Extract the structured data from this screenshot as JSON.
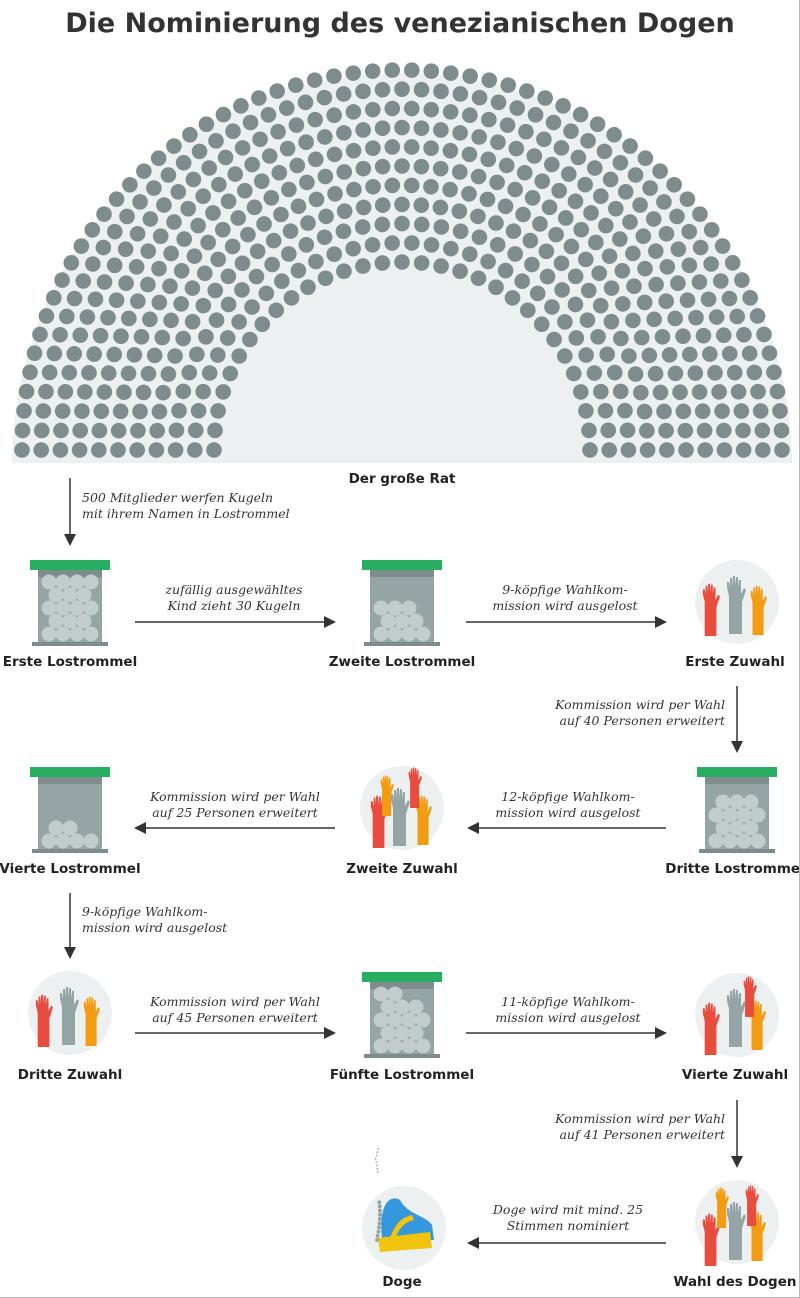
{
  "title": "Die Nominierung des venezianischen Dogen",
  "council": {
    "label": "Der große Rat",
    "members": 500
  },
  "nodes": {
    "n1": "Erste Lostrommel",
    "n2": "Zweite Lostrommel",
    "n3": "Erste Zuwahl",
    "n4": "Dritte Lostrommel",
    "n5": "Zweite Zuwahl",
    "n6": "Vierte Lostrommel",
    "n7": "Dritte Zuwahl",
    "n8": "Fünfte Lostrommel",
    "n9": "Vierte Zuwahl",
    "n10": "Wahl des Dogen",
    "n11": "Doge"
  },
  "steps": {
    "s0a": "500 Mitglieder werfen Kugeln",
    "s0b": "mit ihrem Namen in Lostrommel",
    "s1a": "zufällig ausgewähltes",
    "s1b": "Kind zieht 30 Kugeln",
    "s2a": "9-köpfige Wahlkom-",
    "s2b": "mission wird ausgelost",
    "s3a": "Kommission wird per Wahl",
    "s3b": "auf 40 Personen erweitert",
    "s4a": "12-köpfige Wahlkom-",
    "s4b": "mission wird ausgelost",
    "s5a": "Kommission wird per Wahl",
    "s5b": "auf 25 Personen erweitert",
    "s6a": "9-köpfige Wahlkom-",
    "s6b": "mission wird ausgelost",
    "s7a": "Kommission wird per Wahl",
    "s7b": "auf 45 Personen erweitert",
    "s8a": "11-köpfige Wahlkom-",
    "s8b": "mission wird ausgelost",
    "s9a": "Kommission wird per Wahl",
    "s9b": "auf 41 Personen erweitert",
    "s10a": "Doge wird mit mind. 25",
    "s10b": "Stimmen nominiert"
  },
  "colors": {
    "dot": "#7f8c8d",
    "bg": "#ecf0f1",
    "lid": "#27ae60",
    "drum": "#95a5a6",
    "ball": "#c3cccd",
    "red": "#e74c3c",
    "orange": "#f39c12",
    "gray": "#95a5a6",
    "blue": "#3498db",
    "gold": "#f1c40f"
  }
}
